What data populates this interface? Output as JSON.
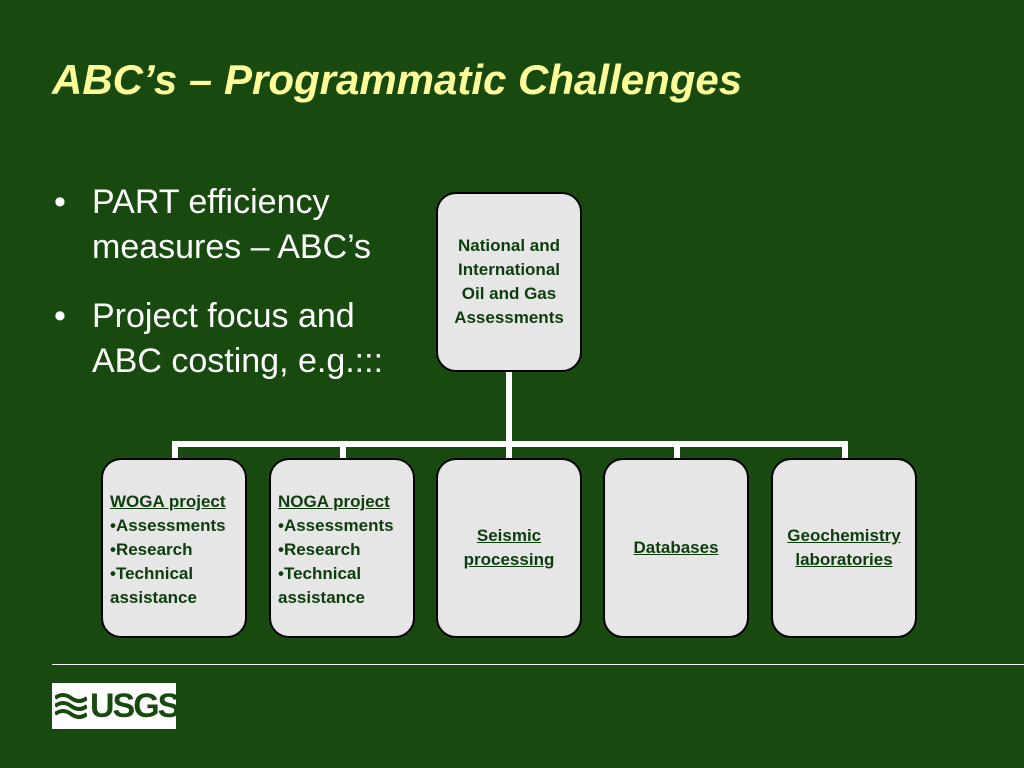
{
  "slide": {
    "title": "ABC’s – Programmatic Challenges",
    "bullets": [
      {
        "text": "PART efficiency measures – ABC’s"
      },
      {
        "text": "Project focus and ABC costing, e.g.:::"
      }
    ]
  },
  "diagram": {
    "root": {
      "lines": [
        "National and",
        "International",
        "Oil and Gas",
        "Assessments"
      ]
    },
    "children": [
      {
        "heading": "WOGA project",
        "items": [
          "•Assessments",
          "•Research",
          "•Technical",
          "assistance"
        ]
      },
      {
        "heading": "NOGA project",
        "items": [
          "•Assessments",
          "•Research",
          "•Technical",
          "assistance"
        ]
      },
      {
        "lines": [
          "Seismic ",
          "processing"
        ]
      },
      {
        "lines": [
          "Databases"
        ]
      },
      {
        "lines": [
          "Geochemistry ",
          "laboratories"
        ]
      }
    ]
  },
  "footer": {
    "logo_text": "USGS"
  },
  "colors": {
    "background": "#184a10",
    "title": "#ffff99",
    "box_fill": "#e6e6e6",
    "box_text": "#0d3d0d"
  }
}
